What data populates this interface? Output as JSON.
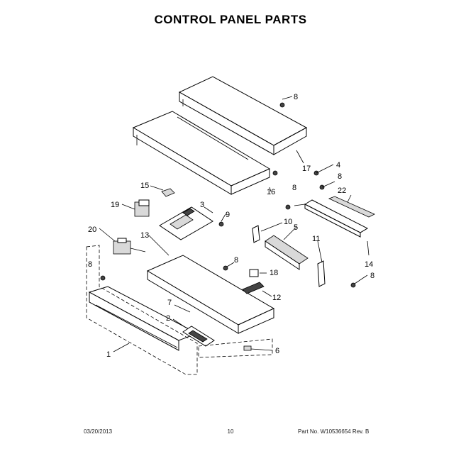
{
  "title": "CONTROL PANEL PARTS",
  "footer": {
    "date": "03/20/2013",
    "page": "10",
    "part_no": "Part No. W10536654 Rev. B"
  },
  "callouts": {
    "c1": "1",
    "c2": "2",
    "c3": "3",
    "c4": "4",
    "c5": "5",
    "c6": "6",
    "c7": "7",
    "c8a": "8",
    "c8b": "8",
    "c8c": "8",
    "c8d": "8",
    "c8e": "8",
    "c8f": "8",
    "c9": "9",
    "c10": "10",
    "c11": "11",
    "c12": "12",
    "c13": "13",
    "c14": "14",
    "c15": "15",
    "c16": "16",
    "c17": "17",
    "c18": "18",
    "c19": "19",
    "c20": "20",
    "c22": "22"
  }
}
